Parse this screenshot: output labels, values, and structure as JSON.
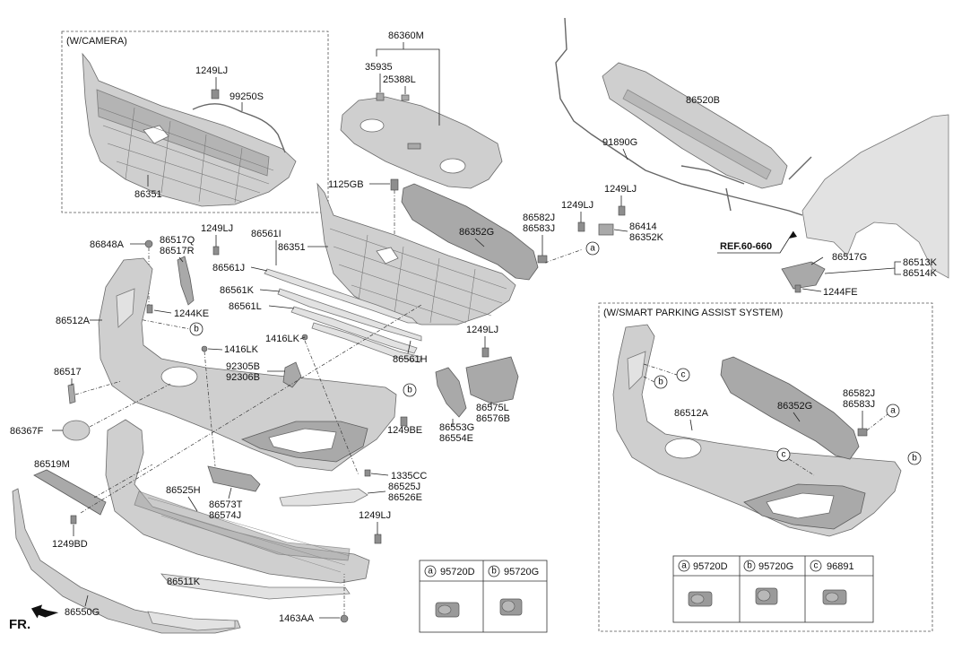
{
  "labels": {
    "w_camera": "(W/CAMERA)",
    "w_spas": "(W/SMART PARKING ASSIST SYSTEM)",
    "p86360M": "86360M",
    "p35935": "35935",
    "p25388L": "25388L",
    "p1249LJ_a": "1249LJ",
    "p99250S": "99250S",
    "p86351_a": "86351",
    "p86520B": "86520B",
    "p91890G": "91890G",
    "p1125GB": "1125GB",
    "p1249LJ_b": "1249LJ",
    "p1249LJ_c": "1249LJ",
    "p86352G": "86352G",
    "p86582J": "86582J",
    "p86583J": "86583J",
    "p86414": "86414",
    "p86352K": "86352K",
    "ref": "REF.60-660",
    "p86848A": "86848A",
    "p86517Q": "86517Q",
    "p86517R": "86517R",
    "p1249LJ_d": "1249LJ",
    "p86561I": "86561I",
    "p86351_b": "86351",
    "p86561J": "86561J",
    "p86561K": "86561K",
    "p86561L": "86561L",
    "p86517G": "86517G",
    "p86513K": "86513K",
    "p86514K": "86514K",
    "p1244FE": "1244FE",
    "p86512A_a": "86512A",
    "p1244KE": "1244KE",
    "p1416LK_a": "1416LK",
    "p1416LK_b": "1416LK",
    "p86561H": "86561H",
    "p1249LJ_e": "1249LJ",
    "p86517": "86517",
    "p92305B": "92305B",
    "p92306B": "92306B",
    "p86575L": "86575L",
    "p86576B": "86576B",
    "p86553G": "86553G",
    "p86554E": "86554E",
    "p86367F": "86367F",
    "p1249BE": "1249BE",
    "p86519M": "86519M",
    "p1335CC": "1335CC",
    "p86525J": "86525J",
    "p86526E": "86526E",
    "p86525H": "86525H",
    "p86573T": "86573T",
    "p86574J": "86574J",
    "p1249LJ_f": "1249LJ",
    "p1249BD": "1249BD",
    "p86511K": "86511K",
    "p86550G": "86550G",
    "p1463AA": "1463AA",
    "fr": "FR.",
    "p86512A_b": "86512A",
    "p86352G_b": "86352G",
    "p86582J_b": "86582J",
    "p86583J_b": "86583J"
  },
  "callouts": {
    "a": "a",
    "b": "b",
    "c": "c"
  },
  "tables": {
    "small": [
      {
        "letter": "a",
        "part": "95720D"
      },
      {
        "letter": "b",
        "part": "95720G"
      }
    ],
    "large": [
      {
        "letter": "a",
        "part": "95720D"
      },
      {
        "letter": "b",
        "part": "95720G"
      },
      {
        "letter": "c",
        "part": "96891"
      }
    ]
  }
}
